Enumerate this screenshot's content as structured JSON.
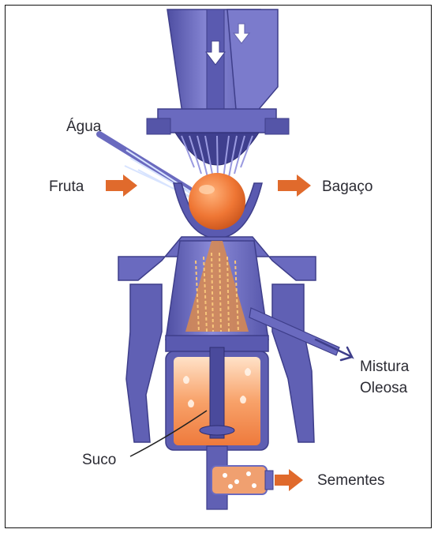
{
  "labels": {
    "water": "Água",
    "fruit": "Fruta",
    "bagasse": "Bagaço",
    "oil_mixture_1": "Mistura",
    "oil_mixture_2": "Oleosa",
    "juice": "Suco",
    "seeds": "Sementes"
  },
  "colors": {
    "machine": "#6f6fc4",
    "machine_dark": "#4d4d9e",
    "machine_light": "#9a9ae0",
    "fruit": "#ee7a3c",
    "juice": "#f39055",
    "arrow": "#e06a2c",
    "text": "#2b2b33"
  }
}
